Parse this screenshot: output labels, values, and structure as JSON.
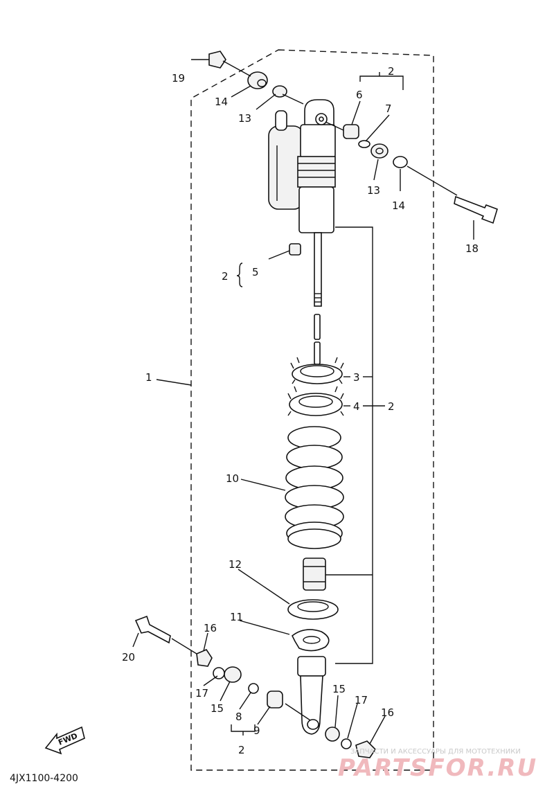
{
  "diagram": {
    "code": "4JX1100-4200",
    "fwd_label": "FWD",
    "watermark_small": "ЗАПЧАСТИ И АКСЕССУАРЫ ДЛЯ МОТОТЕХНИКИ",
    "watermark_large": "PARTSFOR.RU",
    "callouts": {
      "c1": "1",
      "c2a": "2",
      "c2b": "2",
      "c2c": "2",
      "c2d": "2",
      "c3": "3",
      "c4": "4",
      "c5": "5",
      "c6": "6",
      "c7": "7",
      "c8": "8",
      "c9": "9",
      "c10": "10",
      "c11": "11",
      "c12": "12",
      "c13a": "13",
      "c13b": "13",
      "c14a": "14",
      "c14b": "14",
      "c15a": "15",
      "c15b": "15",
      "c16a": "16",
      "c16b": "16",
      "c17a": "17",
      "c17b": "17",
      "c18": "18",
      "c19": "19",
      "c20": "20"
    }
  }
}
